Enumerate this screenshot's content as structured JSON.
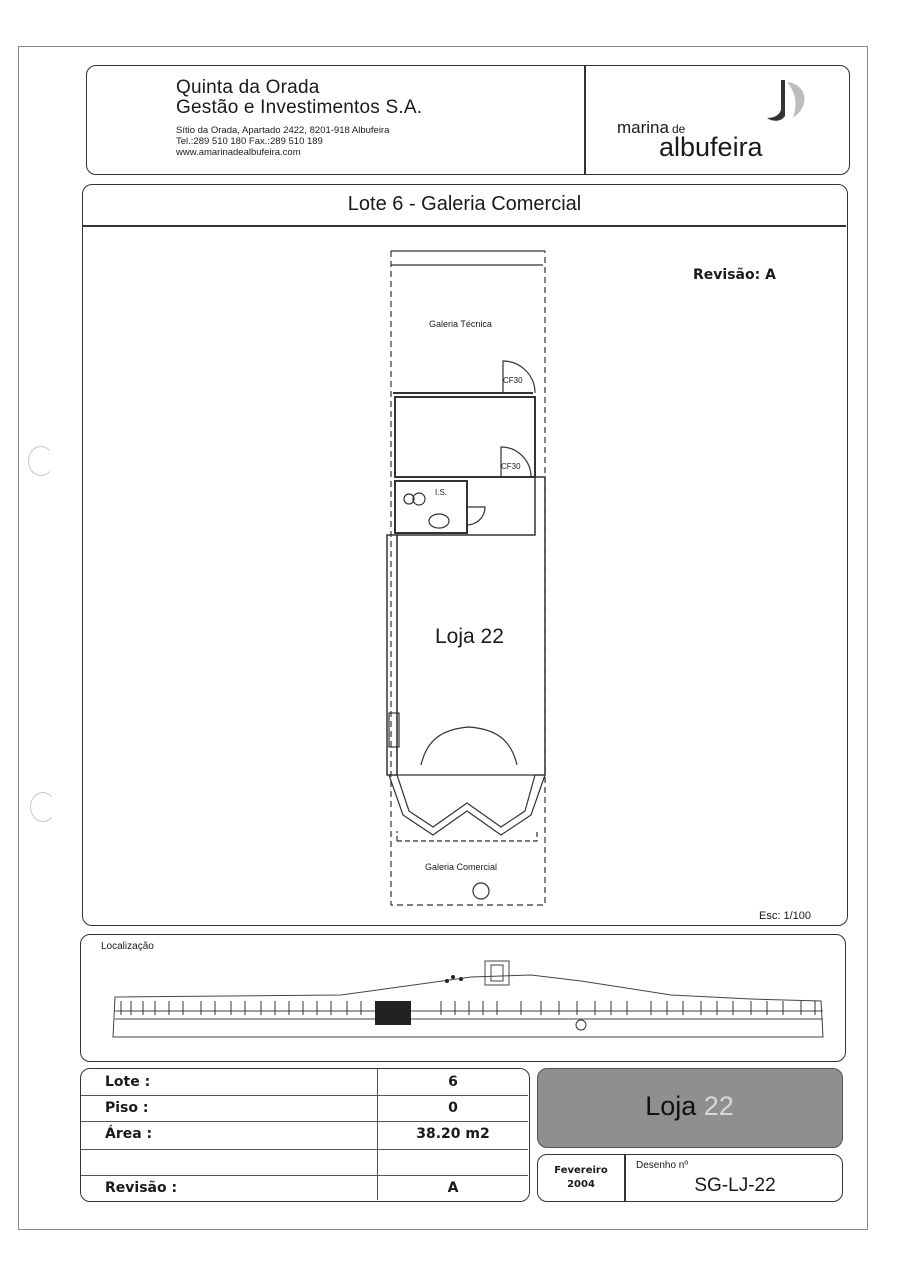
{
  "header": {
    "company_line1": "Quinta da Orada",
    "company_line2": "Gestão e Investimentos S.A.",
    "address": "Sítio da Orada, Apartado 2422, 8201-918 Albufeira",
    "phone_fax": "Tel.:289 510 180  Fax.:289 510 189",
    "website": "www.amarinadealbufeira.com",
    "logo": {
      "word1": "marina",
      "word2": "de",
      "word3": "albufeira",
      "accent_color": "#333333",
      "shade_color": "#bdbdbd"
    }
  },
  "plan": {
    "title": "Lote 6 - Galeria Comercial",
    "revision_label": "Revisão: A",
    "scale": "Esc: 1/100",
    "labels": {
      "galeria_tecnica": "Galeria Técnica",
      "cf30_top": "CF30",
      "cf30_bottom": "CF30",
      "is": "I.S.",
      "loja": "Loja 22",
      "galeria_comercial": "Galeria Comercial"
    }
  },
  "location": {
    "title": "Localização"
  },
  "info_table": [
    {
      "label": "Lote :",
      "value": "6"
    },
    {
      "label": "Piso :",
      "value": "0"
    },
    {
      "label": "Área :",
      "value": "38.20 m2"
    },
    {
      "label": "",
      "value": ""
    },
    {
      "label": "Revisão :",
      "value": "A"
    }
  ],
  "store_panel": {
    "word": "Loja",
    "number": "22",
    "background": "#8f8f8f"
  },
  "date_box": {
    "month": "Fevereiro",
    "year": "2004"
  },
  "drawing_box": {
    "label": "Desenho nº",
    "code": "SG-LJ-22"
  }
}
